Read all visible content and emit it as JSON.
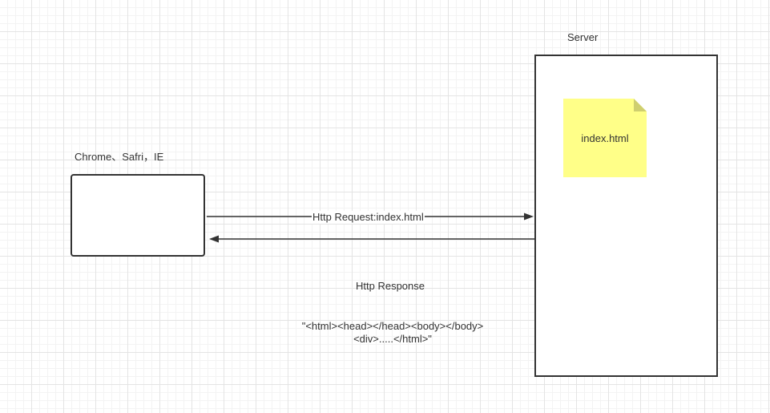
{
  "diagram": {
    "client": {
      "label": "Chrome、Safri，IE"
    },
    "server": {
      "label": "Server",
      "file": {
        "label": "index.html",
        "color": "#ffff88"
      }
    },
    "request": {
      "label": "Http Request:index.html"
    },
    "response": {
      "label": "Http Response",
      "body_line1": "\"<html><head></head><body></body>",
      "body_line2": "<div>.....</html>\""
    },
    "colors": {
      "stroke": "#333333",
      "note_fill": "#ffff88",
      "note_fold": "#cfcf6f"
    }
  }
}
